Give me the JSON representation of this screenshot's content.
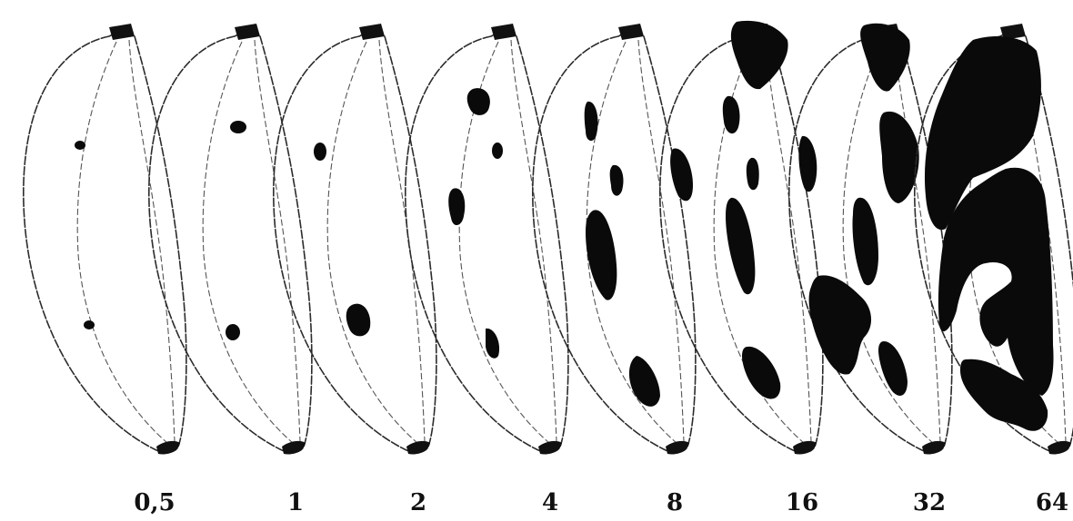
{
  "figure": {
    "labels": [
      "0,5",
      "1",
      "2",
      "4",
      "8",
      "16",
      "32",
      "64"
    ]
  }
}
